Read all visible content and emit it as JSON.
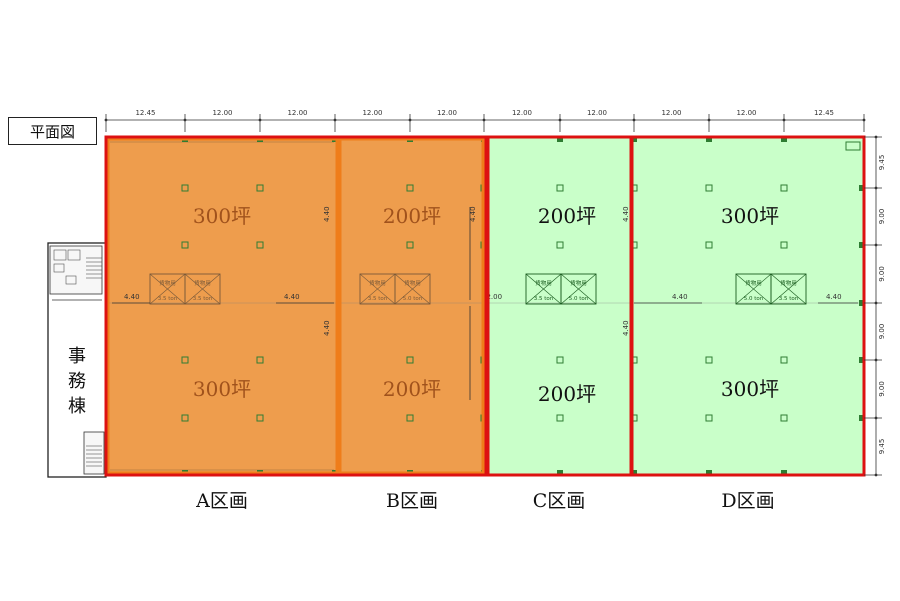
{
  "header": {
    "title": "平面図"
  },
  "office": {
    "label_chars": [
      "事",
      "務",
      "棟"
    ]
  },
  "top_dimensions": [
    "12.45",
    "12.00",
    "12.00",
    "12.00",
    "12.00",
    "12.00",
    "12.00",
    "12.00",
    "12.00",
    "12.45"
  ],
  "right_dimensions": [
    "9.45",
    "9.00",
    "9.00",
    "9.00",
    "9.00",
    "9.45"
  ],
  "inner_dims": {
    "horizontal": "4.40",
    "vertical": "4.40",
    "center": "12.00"
  },
  "zones": [
    {
      "id": "A",
      "label": "A区画",
      "areas": [
        "300坪",
        "300坪"
      ],
      "status": "orange"
    },
    {
      "id": "B",
      "label": "B区画",
      "areas": [
        "200坪",
        "200坪"
      ],
      "status": "orange"
    },
    {
      "id": "C",
      "label": "C区画",
      "areas": [
        "200坪",
        "200坪"
      ],
      "status": "green"
    },
    {
      "id": "D",
      "label": "D区画",
      "areas": [
        "300坪",
        "300坪"
      ],
      "status": "green"
    }
  ],
  "lifts": [
    {
      "label": "貨物用",
      "spec1": "3.5 ton",
      "spec2": "3.5 ton"
    },
    {
      "label": "貨物用",
      "spec1": "3.5 ton",
      "spec2": "5.0 ton"
    },
    {
      "label": "貨物用",
      "spec1": "3.5 ton",
      "spec2": "5.0 ton"
    },
    {
      "label": "貨物用",
      "spec1": "5.0 ton",
      "spec2": "3.5 ton"
    }
  ],
  "colors": {
    "orange_fill": "#ee9d4d",
    "orange_border": "#ef7d1a",
    "green_fill": "#c9ffc9",
    "red_border": "#dd1111",
    "column": "#2e7d32",
    "dim_line": "#333333"
  }
}
